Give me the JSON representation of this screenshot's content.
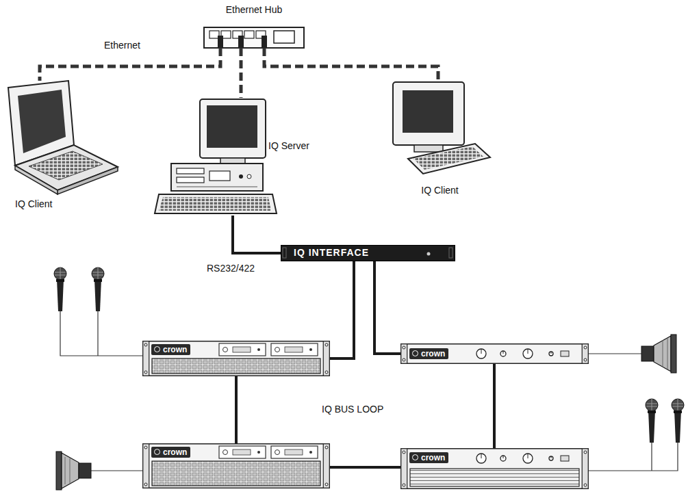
{
  "diagram": {
    "nodes": [
      {
        "text": [
          "Ethernet Hub"
        ]
      },
      {
        "text": [
          "IQ Client"
        ]
      },
      {
        "text": [
          "IQ Server"
        ]
      },
      {
        "text": [
          "IQ Client"
        ]
      },
      {
        "text": [
          "IQ INTERFACE"
        ]
      },
      {
        "text": [
          "crown"
        ]
      },
      {
        "text": [
          "crown"
        ]
      },
      {
        "text": [
          "crown"
        ]
      },
      {
        "text": [
          "crown"
        ]
      }
    ],
    "edges": [
      {
        "from": 0,
        "to": 1,
        "label": "Ethernet",
        "arrow": "none"
      },
      {
        "from": 0,
        "to": 2,
        "arrow": "none"
      },
      {
        "from": 0,
        "to": 3,
        "arrow": "none"
      },
      {
        "from": 2,
        "to": 4,
        "label": "RS232/422",
        "arrow": "none"
      },
      {
        "from": 4,
        "to": 5,
        "arrow": "none"
      },
      {
        "from": 4,
        "to": 6,
        "arrow": "none"
      },
      {
        "from": 5,
        "to": 7,
        "arrow": "none"
      },
      {
        "from": 7,
        "to": 8,
        "arrow": "none"
      },
      {
        "from": 8,
        "to": 6,
        "arrow": "none"
      }
    ],
    "labels": [
      "IQ BUS LOOP"
    ]
  }
}
